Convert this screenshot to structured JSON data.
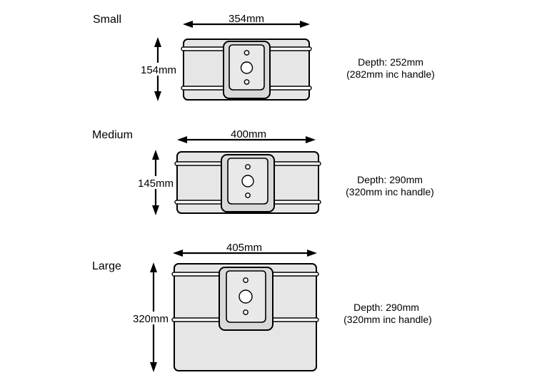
{
  "cases": [
    {
      "size": "Small",
      "width_label": "354mm",
      "height_label": "154mm",
      "depth_line1": "Depth: 252mm",
      "depth_line2": "(282mm inc handle)"
    },
    {
      "size": "Medium",
      "width_label": "400mm",
      "height_label": "145mm",
      "depth_line1": "Depth: 290mm",
      "depth_line2": "(320mm inc handle)"
    },
    {
      "size": "Large",
      "width_label": "405mm",
      "height_label": "320mm",
      "depth_line1": "Depth: 290mm",
      "depth_line2": "(320mm inc handle)"
    }
  ]
}
